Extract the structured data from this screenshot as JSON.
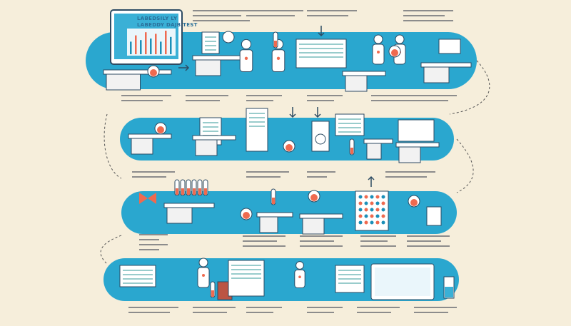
{
  "title": {
    "line1": "LABEDSILY LY",
    "line2": "LABEDDY DAJB TEST"
  },
  "colors": {
    "background": "#f6eedb",
    "band": "#2aa7cf",
    "band_dark": "#1b8fb8",
    "accent": "#ef6a4f",
    "figure": "#ffffff",
    "outline": "#2d4b63"
  },
  "rows": 4,
  "icons": [
    "monitor-chart-icon",
    "clock-icon",
    "person-icon",
    "microscope-icon",
    "test-tube-icon",
    "flask-icon",
    "lab-bench-icon",
    "arrow-right-icon",
    "arrow-down-icon",
    "arrow-up-icon",
    "sample-tray-icon",
    "centrifuge-icon",
    "document-icon"
  ]
}
